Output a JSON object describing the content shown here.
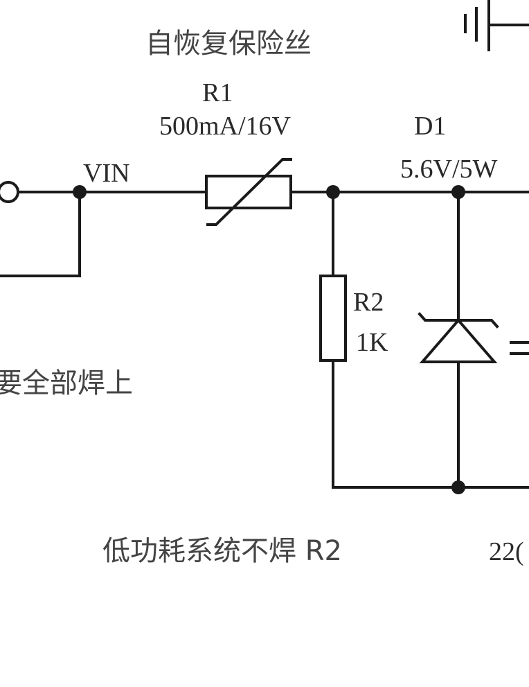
{
  "labels": {
    "fuse_title": "自恢复保险丝",
    "r1_name": "R1",
    "r1_value": "500mA/16V",
    "vin": "VIN",
    "d1_name": "D1",
    "d1_value": "5.6V/5W",
    "r2_name": "R2",
    "r2_value": "1K",
    "left_note": "要全部焊上",
    "bottom_note": "低功耗系统不焊 R2",
    "bottom_right_partial": "22("
  },
  "colors": {
    "line": "#1a1a1a",
    "text": "#2a2a2a",
    "note_text": "#444444",
    "background": "#ffffff"
  }
}
